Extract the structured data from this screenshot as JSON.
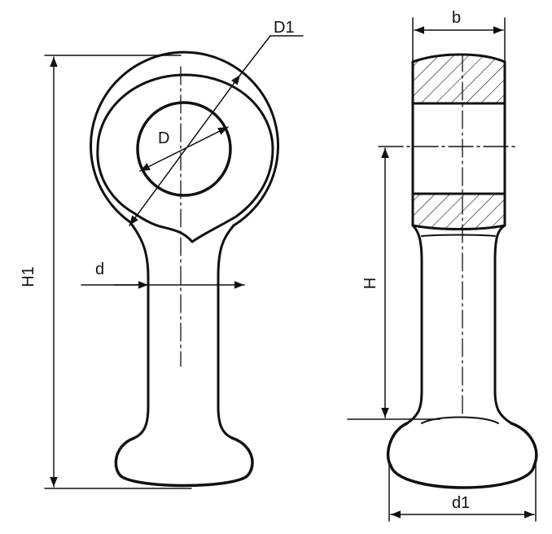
{
  "labels": {
    "D1": "D1",
    "D": "D",
    "d": "d",
    "H1": "H1",
    "b": "b",
    "H": "H",
    "d1": "d1"
  }
}
